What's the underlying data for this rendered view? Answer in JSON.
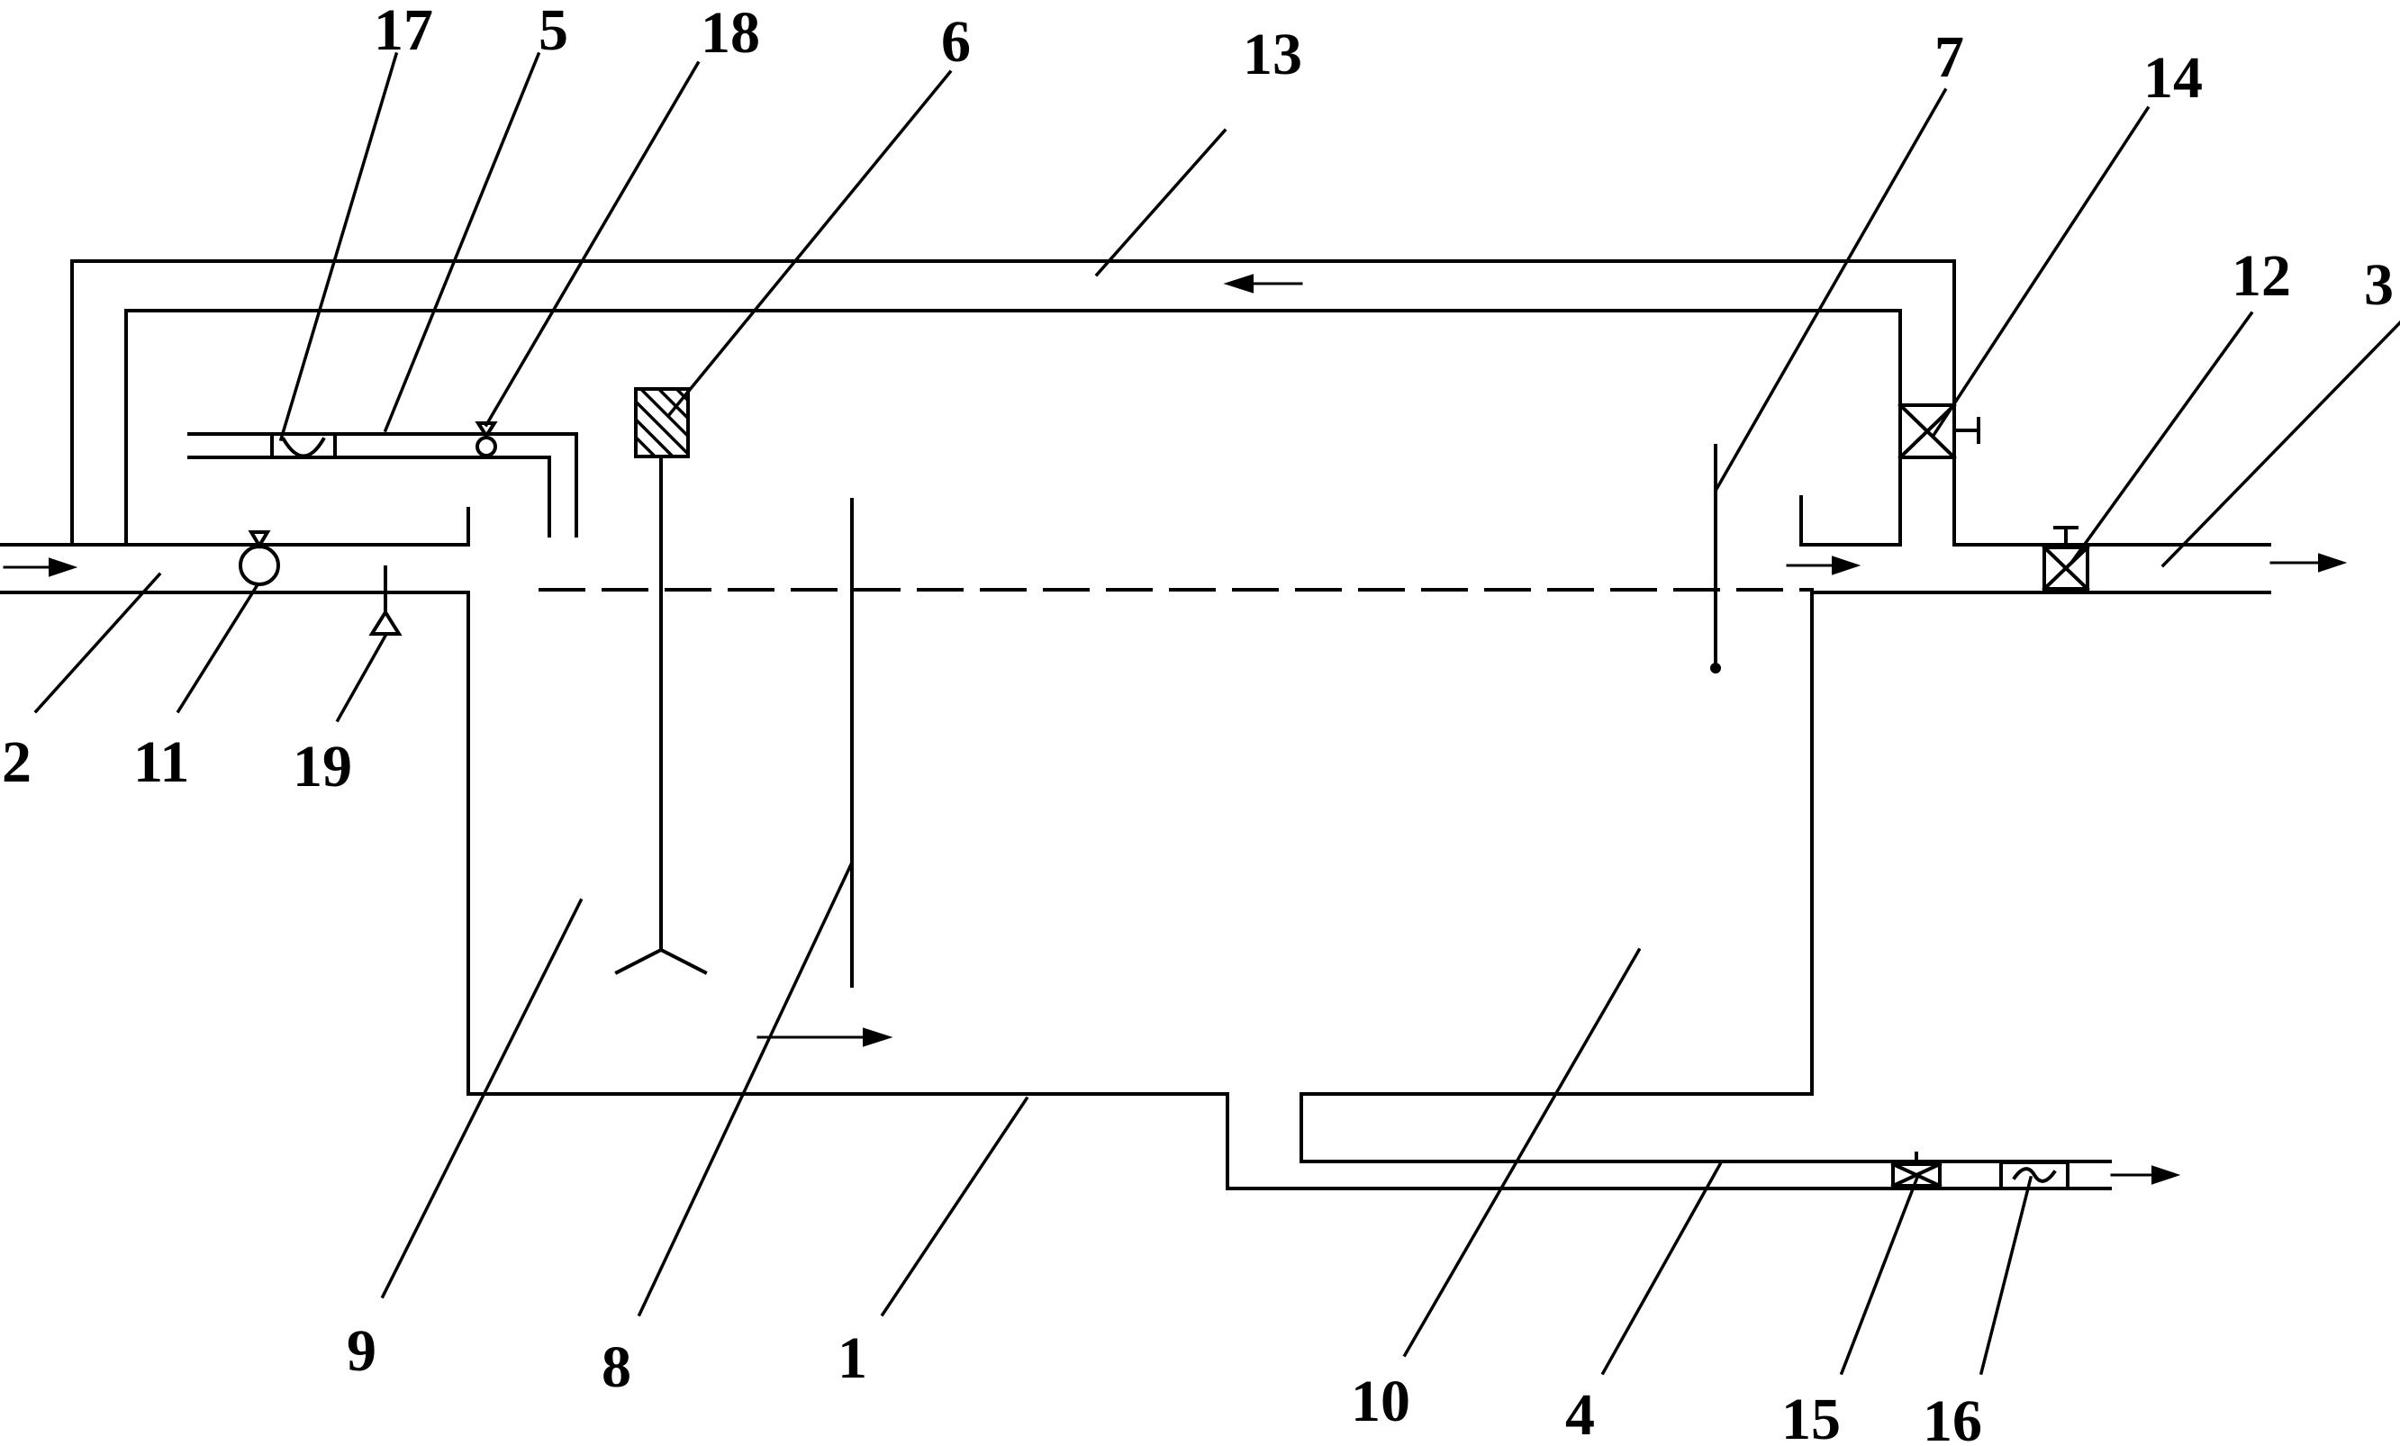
{
  "labels": {
    "l1": "1",
    "l2": "2",
    "l3": "3",
    "l4": "4",
    "l5": "5",
    "l6": "6",
    "l7": "7",
    "l8": "8",
    "l9": "9",
    "l10": "10",
    "l11": "11",
    "l12": "12",
    "l13": "13",
    "l14": "14",
    "l15": "15",
    "l16": "16",
    "l17": "17",
    "l18": "18",
    "l19": "19"
  },
  "colors": {
    "line": "#000000",
    "background": "#ffffff",
    "hatch_fill": "#000000"
  }
}
